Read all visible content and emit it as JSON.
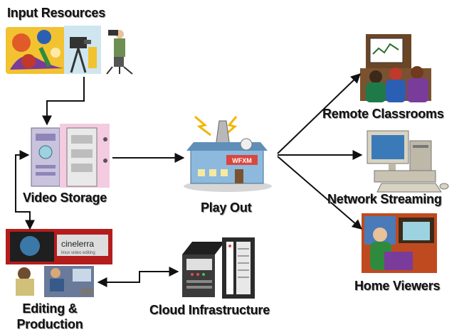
{
  "nodes": {
    "input_resources": {
      "label": "Input Resources"
    },
    "video_storage": {
      "label": "Video Storage"
    },
    "play_out": {
      "label": "Play Out",
      "sign_text": "WFXM"
    },
    "editing": {
      "label_line1": "Editing &",
      "label_line2": "Production"
    },
    "cinelerra": {
      "title": "cinelerra",
      "subtitle": "linux video editing"
    },
    "cloud": {
      "label": "Cloud Infrastructure"
    },
    "remote_classrooms": {
      "label": "Remote Classrooms"
    },
    "network_streaming": {
      "label": "Network Streaming"
    },
    "home_viewers": {
      "label": "Home Viewers"
    }
  },
  "edges": [
    {
      "from": "Input Resources",
      "to": "Video Storage"
    },
    {
      "from": "Video Storage",
      "to": "Play Out"
    },
    {
      "from": "Video Storage",
      "to": "Editing & Production",
      "bidirectional": true
    },
    {
      "from": "Cloud Infrastructure",
      "to": "Editing & Production",
      "bidirectional": true
    },
    {
      "from": "Play Out",
      "to": "Remote Classrooms"
    },
    {
      "from": "Play Out",
      "to": "Network Streaming"
    },
    {
      "from": "Play Out",
      "to": "Home Viewers"
    }
  ],
  "colors": {
    "arrow": "#111111",
    "label": "#111111"
  }
}
